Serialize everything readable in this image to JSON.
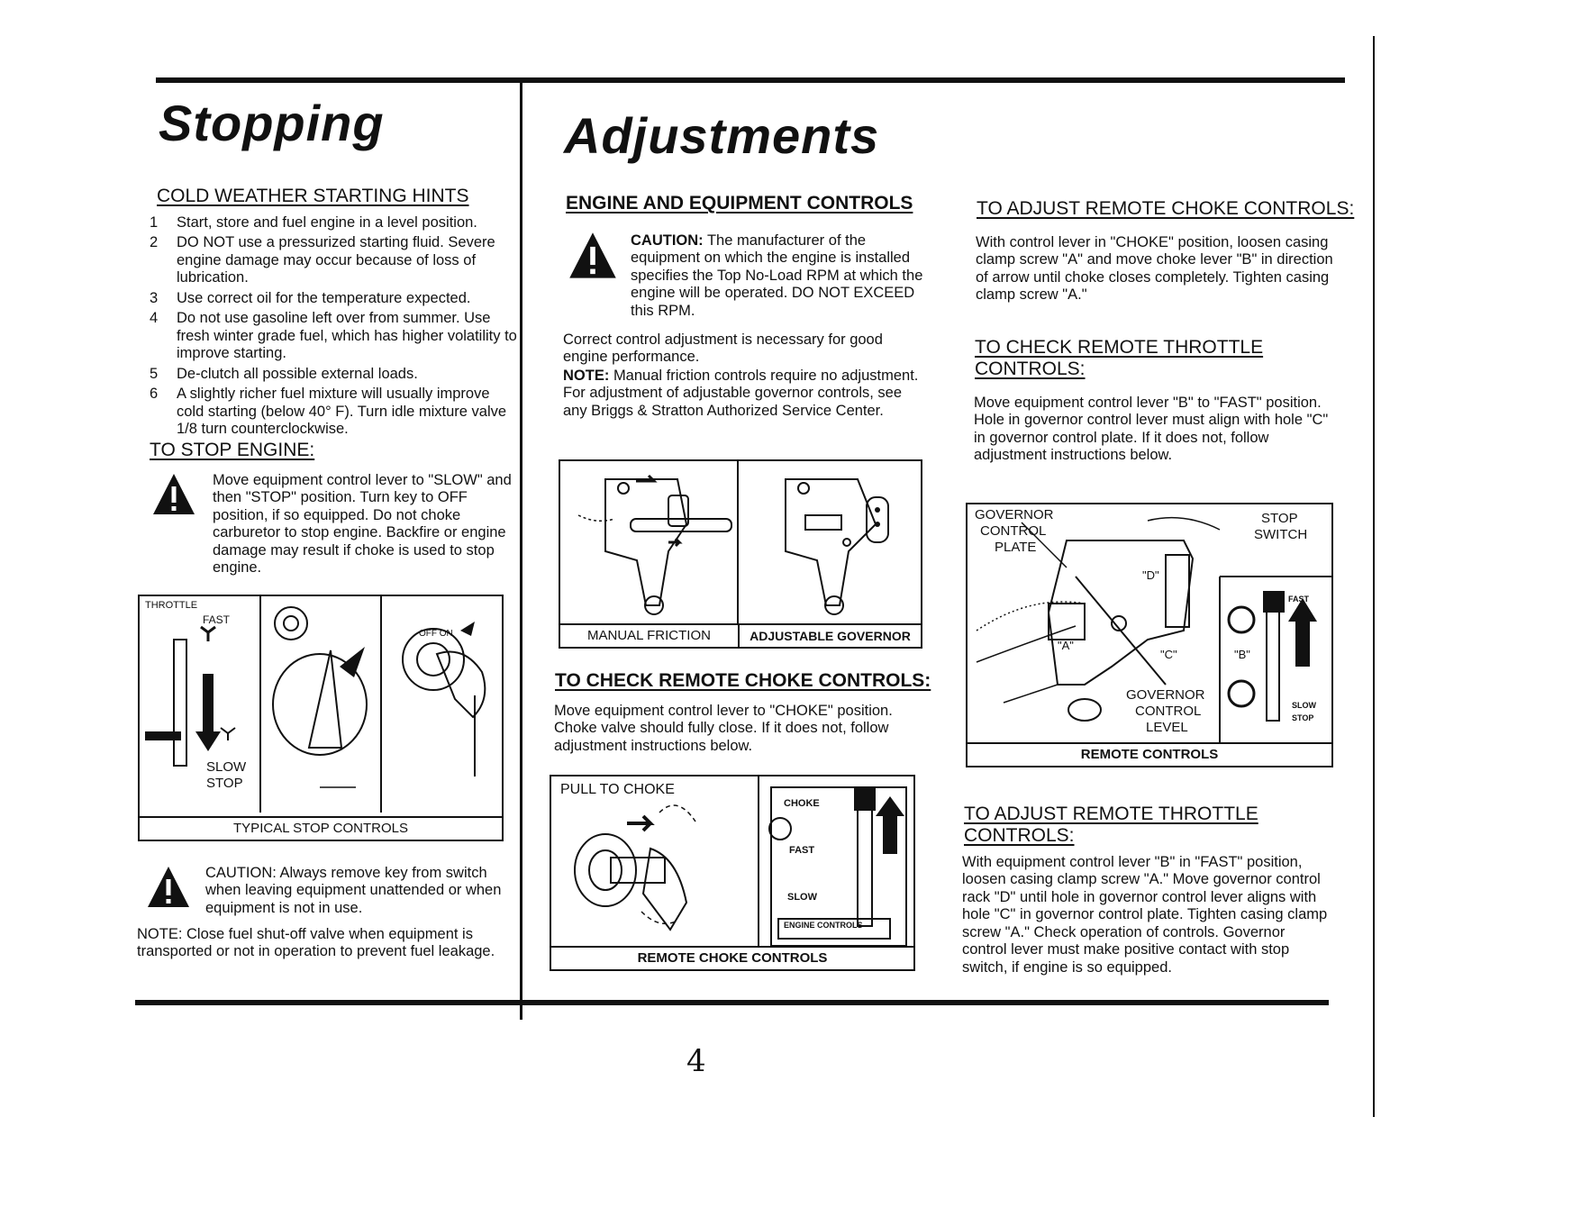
{
  "left_column": {
    "title": "Stopping",
    "cold_weather": {
      "heading": "COLD WEATHER STARTING HINTS",
      "items": [
        {
          "num": "1",
          "text": "Start, store and fuel engine in a level position."
        },
        {
          "num": "2",
          "text": "DO NOT use a pressurized starting fluid. Severe engine damage may occur because of loss of lubrication."
        },
        {
          "num": "3",
          "text": "Use correct oil for the temperature expected."
        },
        {
          "num": "4",
          "text": "Do not use gasoline left over from summer. Use fresh winter grade fuel, which has higher volatility to improve starting."
        },
        {
          "num": "5",
          "text": "De-clutch all possible external loads."
        },
        {
          "num": "6",
          "text": "A slightly richer fuel mixture will usually improve cold starting (below 40° F). Turn idle mixture valve 1/8 turn counterclockwise."
        }
      ]
    },
    "stop_engine": {
      "heading": "TO STOP ENGINE:",
      "text": "Move equipment control lever to \"SLOW\" and then \"STOP\" position. Turn key to OFF position, if so equipped. Do not choke carburetor to stop engine. Backfire or engine damage may result if choke is used to stop engine."
    },
    "figure": {
      "caption": "TYPICAL STOP CONTROLS",
      "throttle": "THROTTLE",
      "fast": "FAST",
      "slow": "SLOW",
      "stop": "STOP",
      "off_on": "OFF ON"
    },
    "caution": "CAUTION: Always remove key from switch when leaving equipment unattended or when equipment is not in use.",
    "note": "NOTE: Close fuel shut-off valve when equipment is transported or not in operation to prevent fuel leakage."
  },
  "middle_column": {
    "title": "Adjustments",
    "engine_controls": {
      "heading": "ENGINE AND EQUIPMENT CONTROLS",
      "caution_label": "CAUTION:",
      "caution": "The manufacturer of the equipment on which the engine is installed specifies the Top No-Load RPM at which the engine will be operated. DO NOT EXCEED this RPM.",
      "para": "Correct control adjustment is necessary for good engine performance.",
      "note_label": "NOTE:",
      "note": "Manual friction controls require no adjustment. For adjustment of adjustable governor controls, see any Briggs & Stratton Authorized Service Center."
    },
    "figure_controls": {
      "caption_left": "MANUAL FRICTION",
      "caption_right": "ADJUSTABLE GOVERNOR"
    },
    "check_choke": {
      "heading": "TO CHECK REMOTE CHOKE CONTROLS:",
      "text": "Move equipment control lever to \"CHOKE\" position. Choke valve should fully close. If it does not, follow adjustment instructions below."
    },
    "figure_choke": {
      "caption": "REMOTE CHOKE CONTROLS",
      "pull": "PULL TO CHOKE",
      "choke": "CHOKE",
      "fast": "FAST",
      "slow": "SLOW",
      "engine_controls": "ENGINE CONTROLS"
    }
  },
  "right_column": {
    "adjust_choke": {
      "heading": "TO ADJUST REMOTE CHOKE CONTROLS:",
      "text": "With control lever in \"CHOKE\" position, loosen casing clamp screw \"A\" and move choke lever \"B\" in direction of arrow until choke closes completely. Tighten casing clamp screw \"A.\""
    },
    "check_throttle": {
      "heading": "TO CHECK REMOTE THROTTLE CONTROLS:",
      "text": "Move equipment control lever \"B\" to \"FAST\" position. Hole in governor control lever must align with hole \"C\" in governor control plate. If it does not, follow adjustment instructions below."
    },
    "figure_remote": {
      "caption": "REMOTE CONTROLS",
      "gov_plate_1": "GOVERNOR",
      "gov_plate_2": "CONTROL",
      "gov_plate_3": "PLATE",
      "stop_1": "STOP",
      "stop_2": "SWITCH",
      "gov_lever_1": "GOVERNOR",
      "gov_lever_2": "CONTROL",
      "gov_lever_3": "LEVEL",
      "a": "\"A\"",
      "b": "\"B\"",
      "c": "\"C\"",
      "d": "\"D\"",
      "fast": "FAST",
      "slow": "SLOW",
      "stop": "STOP"
    },
    "adjust_throttle": {
      "heading": "TO ADJUST REMOTE THROTTLE CONTROLS:",
      "text": "With equipment control lever \"B\" in \"FAST\" position, loosen casing clamp screw \"A.\" Move governor control rack \"D\" until hole in governor control lever aligns with hole \"C\" in governor control plate. Tighten casing clamp screw \"A.\" Check operation of controls. Governor control lever must make positive contact with stop switch, if engine is so equipped."
    }
  },
  "page_number": "4"
}
